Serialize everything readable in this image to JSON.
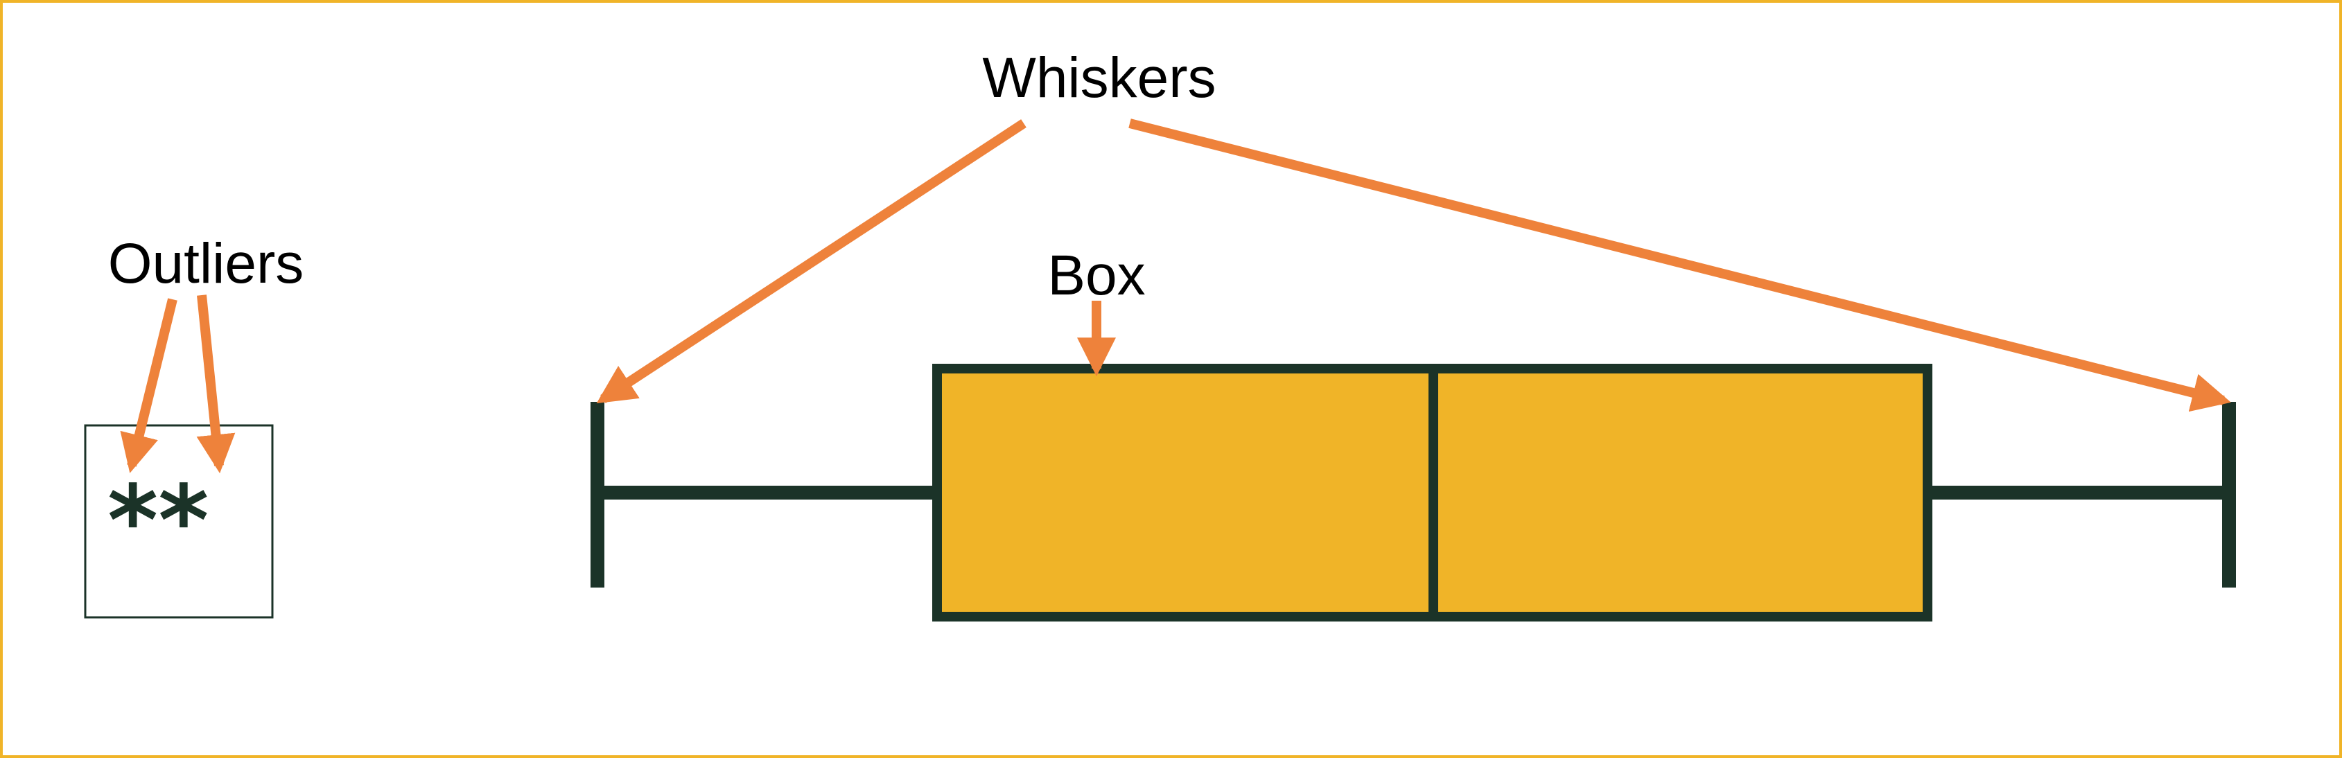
{
  "labels": {
    "whiskers": "Whiskers",
    "outliers": "Outliers",
    "box": "Box"
  },
  "outlier_marks": "**",
  "icons": {
    "arrow": "arrow-icon"
  },
  "colors": {
    "frame": "#f0b428",
    "box_fill": "#f0b428",
    "outline": "#1b3328",
    "arrow": "#ee823b",
    "text": "#000000",
    "outlier_frame": "#1b3328"
  }
}
